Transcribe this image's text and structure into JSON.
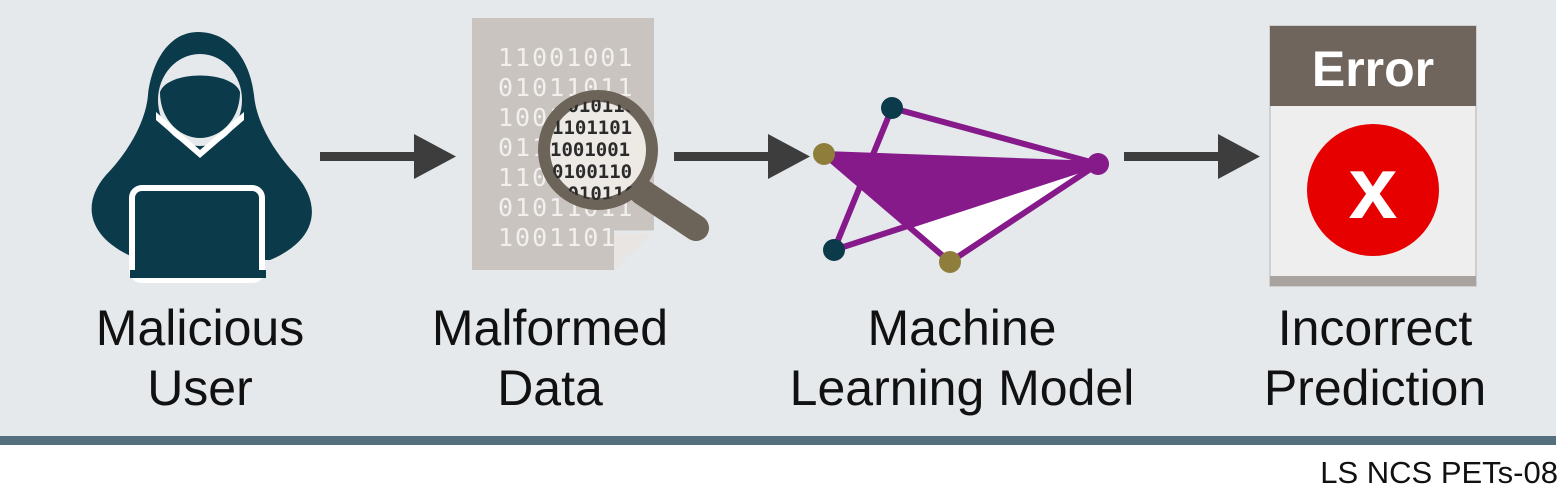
{
  "stages": [
    {
      "line1": "Malicious",
      "line2": "User",
      "icon": "hooded-hacker-laptop-icon"
    },
    {
      "line1": "Malformed",
      "line2": "Data",
      "icon": "document-magnifier-icon"
    },
    {
      "line1": "Machine",
      "line2": "Learning Model",
      "icon": "network-graph-icon"
    },
    {
      "line1": "Incorrect",
      "line2": "Prediction",
      "icon": "error-window-icon"
    }
  ],
  "error_window": {
    "title": "Error",
    "symbol": "x"
  },
  "document_binary": [
    "11001001",
    "01011011",
    "10010110",
    "01101001",
    "11001010",
    "01011011",
    "1001101"
  ],
  "magnifier_binary": [
    "0010110",
    "1101101",
    "1001001",
    "0100110",
    "1010110"
  ],
  "footer_code": "LS NCS PETs-08",
  "colors": {
    "panel_bg": "#e5e9ec",
    "rule": "#546f7d",
    "hacker": "#0b3a4a",
    "arrow": "#3d3d3d",
    "document": "#c9c4bf",
    "magnifier": "#6d6459",
    "graph_purple": "#861a8a",
    "node_dark": "#0b3a4a",
    "node_olive": "#8f7e3b",
    "error_header": "#6f655d",
    "error_red": "#e60000"
  }
}
